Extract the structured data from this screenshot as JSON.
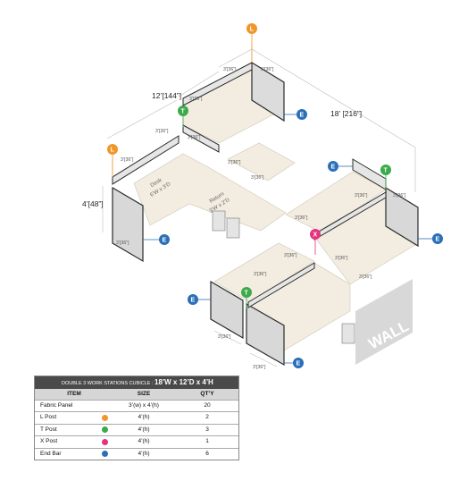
{
  "labels": {
    "dim_12": "12’[144”]",
    "dim_18": "18’ [216”]",
    "dim_4": "4’[48”]",
    "seg": "3’[36”]",
    "desk_line1": "Desk",
    "desk_line2": "6’W x 3’D",
    "return_line1": "Return",
    "return_line2": "3’W x 2’D",
    "wall": "WALL"
  },
  "markers": {
    "L": "L",
    "T": "T",
    "X": "X",
    "E": "E"
  },
  "colors": {
    "l_post": "#f0962a",
    "t_post": "#3aaa4a",
    "x_post": "#e6327d",
    "end_bar": "#2a6fb8",
    "panel_frame": "#2b2b2b",
    "desk_top": "#f3ece0",
    "header_bg": "#4a4a4a"
  },
  "spec": {
    "title_small": "DOUBLE 3 WORK STATIONS  CUBICLE  :",
    "title_big": "18’W x 12’D x 4’H",
    "headers": {
      "item": "ITEM",
      "size": "SIZE",
      "qty": "QT’Y"
    },
    "rows": [
      {
        "item": "Fabric Panel",
        "size": "3’(w) x 4’(h)",
        "qty": "20",
        "dot": ""
      },
      {
        "item": "L Post",
        "size": "4’(h)",
        "qty": "2",
        "dot": "#f0962a"
      },
      {
        "item": "T Post",
        "size": "4’(h)",
        "qty": "3",
        "dot": "#3aaa4a"
      },
      {
        "item": "X Post",
        "size": "4’(h)",
        "qty": "1",
        "dot": "#e6327d"
      },
      {
        "item": "End Bar",
        "size": "4’(h)",
        "qty": "6",
        "dot": "#2a6fb8"
      }
    ]
  }
}
